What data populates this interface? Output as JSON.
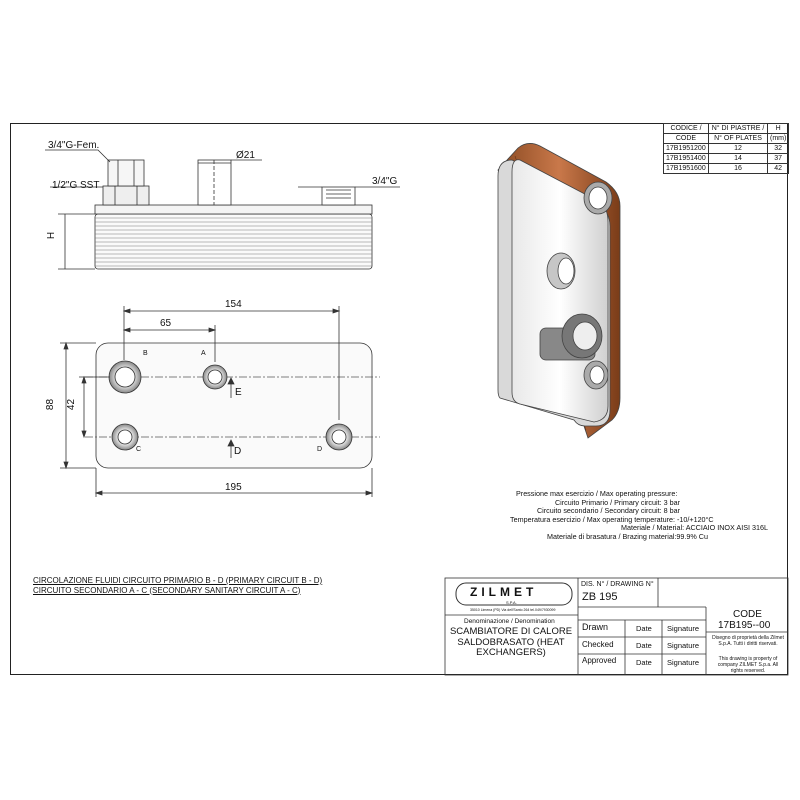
{
  "dimensions": {
    "fem_thread": "3/4\"G-Fem.",
    "sst_thread": "1/2\"G SST",
    "diameter": "Ø21",
    "male_thread": "3/4\"G",
    "height_label": "H",
    "width_154": "154",
    "width_65": "65",
    "width_195": "195",
    "height_88": "88",
    "height_42": "42",
    "port_a": "A",
    "port_b": "B",
    "port_c": "C",
    "port_d": "D",
    "arrow_e": "E",
    "arrow_d": "D"
  },
  "codes_table": {
    "header1": [
      "CODICE /",
      "N° DI PIASTRE /",
      "H"
    ],
    "header2": [
      "CODE",
      "N° OF PLATES",
      "(mm)"
    ],
    "rows": [
      [
        "17B1951200",
        "12",
        "32"
      ],
      [
        "17B1951400",
        "14",
        "37"
      ],
      [
        "17B1951600",
        "16",
        "42"
      ]
    ]
  },
  "specs": [
    "Pressione max esercizio / Max operating pressure:",
    "Circuito Primario / Primary circuit: 3 bar",
    "Circuito secondario / Secondary circuit: 8 bar",
    "Temperatura esercizio / Max operating temperature: -10/+120°C",
    "Materiale / Material: ACCIAIO INOX AISI 316L",
    "Materiale di brasatura / Brazing material:99.9% Cu"
  ],
  "circulation": {
    "line1": "CIRCOLAZIONE FLUIDI CIRCUITO PRIMARIO B - D (PRIMARY CIRCUIT B - D)",
    "line2": "CIRCUITO SECONDARIO A - C (SECONDARY SANITARY CIRCUIT A - C)"
  },
  "title_block": {
    "logo": "ZILMET",
    "logo_sub": "S.P.A.",
    "logo_address": "35010 Limena (PD) Via dell'Santo 264 tel.049/7930099",
    "drawing_label": "DIS. N° / DRAWING N°",
    "drawing_no": "ZB 195",
    "code_label": "CODE",
    "code": "17B195--00",
    "denomination_label": "Denominazione / Denomination",
    "denomination": "SCAMBIATORE DI CALORE SALDOBRASATO (HEAT EXCHANGERS)",
    "drawn": "Drawn",
    "checked": "Checked",
    "approved": "Approved",
    "date": "Date",
    "signature": "Signature",
    "property_it": "Disegno di proprietà della Zilmet S.p.A. Tutti i diritti riservati.",
    "property_en": "This drawing is property of company ZILMET S.p.a. All rights reserved."
  }
}
